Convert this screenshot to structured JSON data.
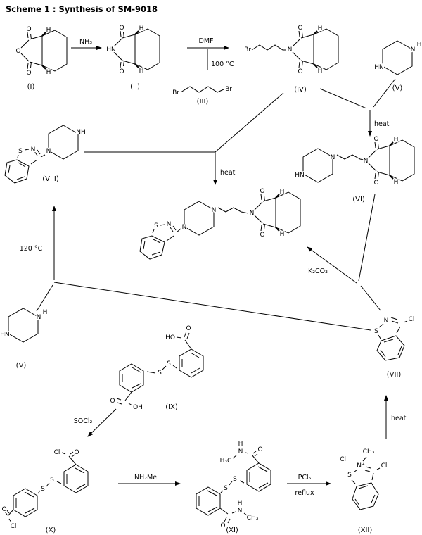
{
  "title": "Scheme 1 :  Synthesis of SM-9018",
  "compound_labels": {
    "i": "(I)",
    "ii": "(II)",
    "iii": "(III)",
    "iv": "(IV)",
    "v": "(V)",
    "vi": "(VI)",
    "vii": "(VII)",
    "viii": "(VIII)",
    "ix": "(IX)",
    "x": "(X)",
    "xi": "(XI)",
    "xii": "(XII)"
  },
  "reagent_labels": {
    "nh3": "NH₃",
    "dmf": "DMF",
    "temp_100": "100 °C",
    "heat": "heat",
    "k2co3": "K₂CO₃",
    "temp_120": "120 °C",
    "socl2": "SOCl₂",
    "nh2me": "NH₂Me",
    "pcl5": "PCl₅",
    "reflux": "reflux"
  },
  "atom_labels": {
    "o": "O",
    "n": "N",
    "h": "H",
    "hn": "HN",
    "nh": "NH",
    "s": "S",
    "cl": "Cl",
    "br": "Br",
    "ho": "HO",
    "oh": "OH",
    "ch3": "CH₃",
    "h3c": "H₃C",
    "cl_minus": "Cl⁻",
    "n_plus": "N⁺"
  }
}
